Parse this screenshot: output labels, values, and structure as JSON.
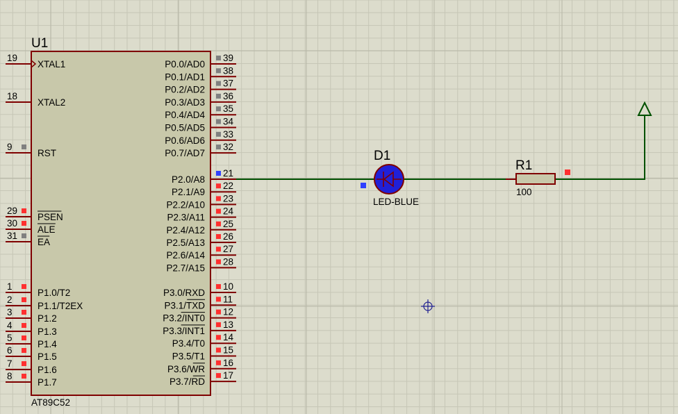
{
  "chip": {
    "ref": "U1",
    "part": "AT89C52",
    "left_pins": [
      {
        "num": "19",
        "label": "XTAL1",
        "marker": "clock",
        "over": ""
      },
      {
        "num": "18",
        "label": "XTAL2",
        "marker": "none",
        "over": ""
      },
      {
        "num": "9",
        "label": "RST",
        "marker": "grey",
        "over": ""
      },
      {
        "num": "29",
        "label": "PSEN",
        "marker": "red",
        "over": "PSEN"
      },
      {
        "num": "30",
        "label": "ALE",
        "marker": "red",
        "over": "ALE"
      },
      {
        "num": "31",
        "label": "EA",
        "marker": "grey",
        "over": "EA"
      },
      {
        "num": "1",
        "label": "P1.0/T2",
        "marker": "red",
        "over": ""
      },
      {
        "num": "2",
        "label": "P1.1/T2EX",
        "marker": "red",
        "over": ""
      },
      {
        "num": "3",
        "label": "P1.2",
        "marker": "red",
        "over": ""
      },
      {
        "num": "4",
        "label": "P1.3",
        "marker": "red",
        "over": ""
      },
      {
        "num": "5",
        "label": "P1.4",
        "marker": "red",
        "over": ""
      },
      {
        "num": "6",
        "label": "P1.5",
        "marker": "red",
        "over": ""
      },
      {
        "num": "7",
        "label": "P1.6",
        "marker": "red",
        "over": ""
      },
      {
        "num": "8",
        "label": "P1.7",
        "marker": "red",
        "over": ""
      }
    ],
    "right_pins": [
      {
        "num": "39",
        "label": "P0.0/AD0",
        "marker": "grey",
        "over": ""
      },
      {
        "num": "38",
        "label": "P0.1/AD1",
        "marker": "grey",
        "over": ""
      },
      {
        "num": "37",
        "label": "P0.2/AD2",
        "marker": "grey",
        "over": ""
      },
      {
        "num": "36",
        "label": "P0.3/AD3",
        "marker": "grey",
        "over": ""
      },
      {
        "num": "35",
        "label": "P0.4/AD4",
        "marker": "grey",
        "over": ""
      },
      {
        "num": "34",
        "label": "P0.5/AD5",
        "marker": "grey",
        "over": ""
      },
      {
        "num": "33",
        "label": "P0.6/AD6",
        "marker": "grey",
        "over": ""
      },
      {
        "num": "32",
        "label": "P0.7/AD7",
        "marker": "grey",
        "over": ""
      },
      {
        "num": "21",
        "label": "P2.0/A8",
        "marker": "blue",
        "over": ""
      },
      {
        "num": "22",
        "label": "P2.1/A9",
        "marker": "red",
        "over": ""
      },
      {
        "num": "23",
        "label": "P2.2/A10",
        "marker": "red",
        "over": ""
      },
      {
        "num": "24",
        "label": "P2.3/A11",
        "marker": "red",
        "over": ""
      },
      {
        "num": "25",
        "label": "P2.4/A12",
        "marker": "red",
        "over": ""
      },
      {
        "num": "26",
        "label": "P2.5/A13",
        "marker": "red",
        "over": ""
      },
      {
        "num": "27",
        "label": "P2.6/A14",
        "marker": "red",
        "over": ""
      },
      {
        "num": "28",
        "label": "P2.7/A15",
        "marker": "red",
        "over": ""
      },
      {
        "num": "10",
        "label": "P3.0/RXD",
        "marker": "red",
        "over": ""
      },
      {
        "num": "11",
        "label": "P3.1/TXD",
        "marker": "red",
        "over": "TXD"
      },
      {
        "num": "12",
        "label": "P3.2/INT0",
        "marker": "red",
        "over": "INT0"
      },
      {
        "num": "13",
        "label": "P3.3/INT1",
        "marker": "red",
        "over": "INT1"
      },
      {
        "num": "14",
        "label": "P3.4/T0",
        "marker": "red",
        "over": ""
      },
      {
        "num": "15",
        "label": "P3.5/T1",
        "marker": "red",
        "over": ""
      },
      {
        "num": "16",
        "label": "P3.6/WR",
        "marker": "red",
        "over": "WR"
      },
      {
        "num": "17",
        "label": "P3.7/RD",
        "marker": "red",
        "over": "RD"
      }
    ]
  },
  "led": {
    "ref": "D1",
    "value": "LED-BLUE"
  },
  "resistor": {
    "ref": "R1",
    "value": "100"
  },
  "colors": {
    "background": "#dcdccc",
    "grid": "#c6c6b6",
    "grid_major": "#b6b6a6",
    "body_fill": "#c8c8aa",
    "outline": "#7f0000",
    "wire": "#005000",
    "marker_red": "#ff3030",
    "marker_grey": "#808080",
    "marker_blue": "#3040ff",
    "led_fill": "#2020d8",
    "cursor": "#202090"
  },
  "icons": {
    "power": "power-terminal-arrow-icon",
    "cursor": "crosshair-cursor-icon",
    "led": "led-diode-icon",
    "resistor": "resistor-icon"
  }
}
